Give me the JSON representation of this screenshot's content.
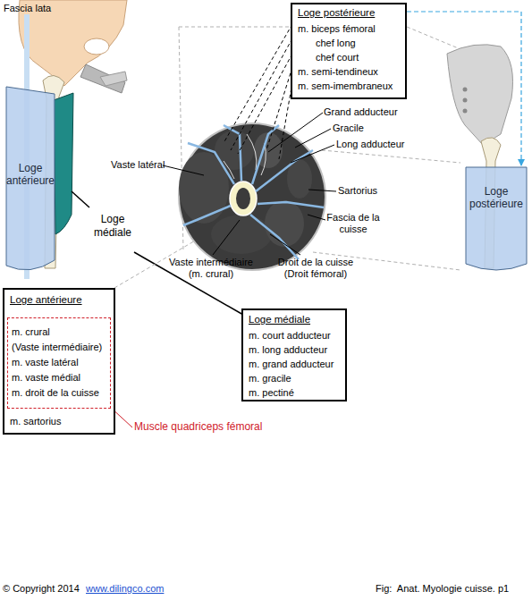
{
  "diagram": {
    "nodes": [
      {
        "text": [
          "Loge postérieure",
          "m. biceps fémoral",
          "chef long",
          "chef court",
          "m. semi-tendineux",
          "m. sem-imembraneux"
        ]
      },
      {
        "text": [
          "Loge antérieure"
        ]
      },
      {
        "text": [
          "Loge postérieure"
        ]
      },
      {
        "text": [
          "Loge antérieure",
          "m. sartorius"
        ]
      },
      {
        "text": [
          "m. crural",
          "(Vaste intermédiaire)",
          "m. vaste latéral",
          "m. vaste médial",
          "m. droit de la cuisse"
        ],
        "in": 3
      },
      {
        "text": [
          "Loge médiale",
          "m. court adducteur",
          "m. long adducteur",
          "m. grand adducteur",
          "m. gracile",
          "m. pectiné"
        ]
      }
    ],
    "edges": [
      {
        "from": 0,
        "to": 2,
        "arrow": "to"
      }
    ],
    "labels": [
      "Fascia lata",
      "Loge médiale",
      "Grand adducteur",
      "Gracile",
      "Long adducteur",
      "Vaste latéral",
      "Sartorius",
      "Fascia de la cuisse",
      "Vaste intermédiaire (m. crural)",
      "Droit de la cuisse (Droit fémoral)",
      "Muscle quadriceps fémoral",
      "© Copyright 2014",
      "www.dilingco.com",
      "Fig:  Anat. Myologie cuisse. p1"
    ]
  }
}
